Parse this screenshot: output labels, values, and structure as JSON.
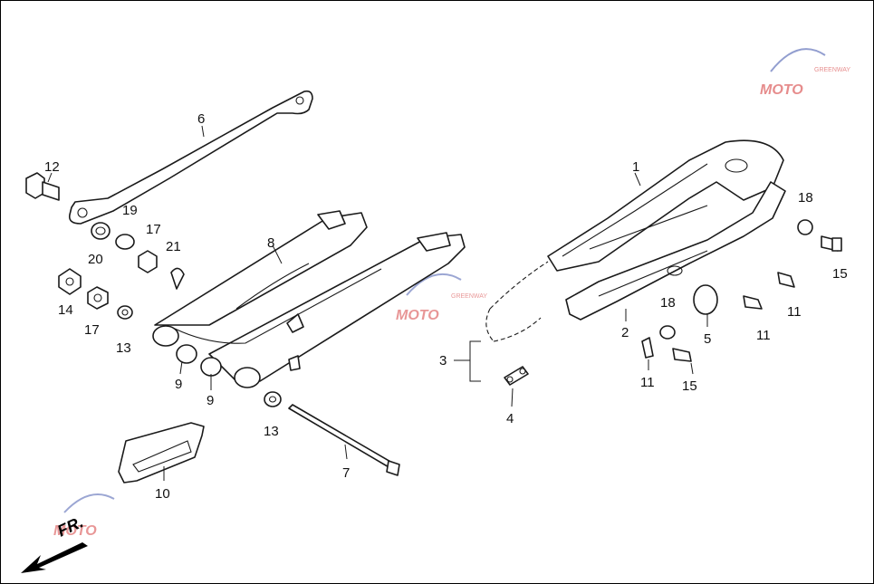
{
  "callouts": {
    "c1": "1",
    "c2": "2",
    "c3": "3",
    "c4": "4",
    "c5": "5",
    "c6": "6",
    "c7": "7",
    "c8": "8",
    "c9a": "9",
    "c9b": "9",
    "c10": "10",
    "c11a": "11",
    "c11b": "11",
    "c11c": "11",
    "c12": "12",
    "c13a": "13",
    "c13b": "13",
    "c14": "14",
    "c15a": "15",
    "c15b": "15",
    "c17a": "17",
    "c17b": "17",
    "c18a": "18",
    "c18b": "18",
    "c19": "19",
    "c20": "20",
    "c21": "21"
  },
  "direction": {
    "label": "FR.",
    "icon": "arrow-down-left-icon"
  },
  "watermark": {
    "brand": "MOTO",
    "sub": "GREENWAY",
    "accent": "#d22f2f",
    "secondary": "#3a4fa8"
  },
  "colors": {
    "line": "#1a1a1a",
    "background": "#ffffff"
  }
}
